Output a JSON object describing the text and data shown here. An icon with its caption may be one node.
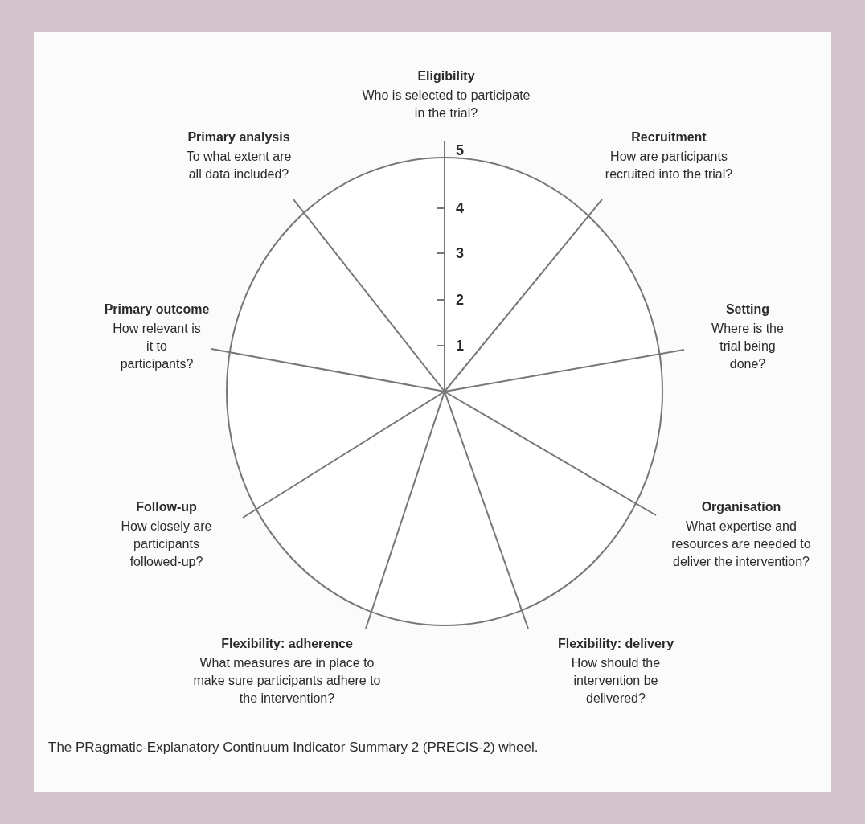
{
  "diagram": {
    "caption": "The PRagmatic-Explanatory Continuum Indicator Summary 2 (PRECIS-2) wheel.",
    "labels": [
      "Eligibility",
      "Who is selected to participate in the trial?",
      "Primary analysis",
      "To what extent are all data included?",
      "Recruitment",
      "How are participants recruited into the trial?",
      "5",
      "4",
      "3",
      "2",
      "Primary outcome",
      "How relevant is it to participants?",
      "Setting",
      "Where is the trial being done?",
      "1",
      "Follow-up",
      "How closely are participants followed-up?",
      "Organisation",
      "What expertise and resources are needed to deliver the intervention?",
      "Flexibility: adherence",
      "What measures are in place to make sure participants adhere to the intervention?",
      "Flexibility: delivery",
      "How should the intervention be delivered?"
    ]
  }
}
